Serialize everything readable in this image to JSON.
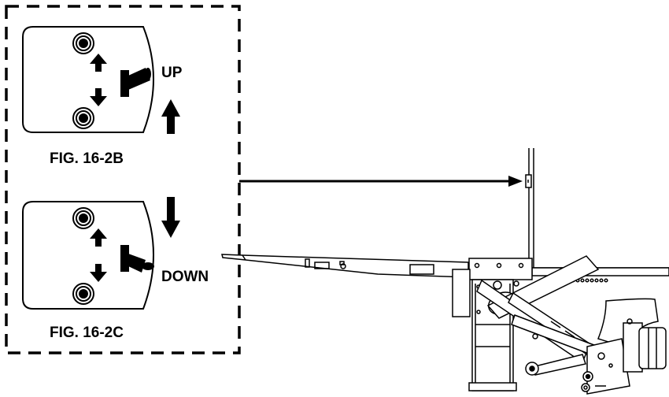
{
  "figures": {
    "upper": {
      "caption": "FIG. 16-2B",
      "label": "UP"
    },
    "lower": {
      "caption": "FIG. 16-2C",
      "label": "DOWN"
    }
  },
  "icons": {
    "toggle": "toggle-switch-icon",
    "button": "push-button-icon",
    "arrow_up": "arrow-up-icon",
    "arrow_down": "arrow-down-icon"
  },
  "colors": {
    "line": "#000000",
    "background": "#ffffff"
  }
}
